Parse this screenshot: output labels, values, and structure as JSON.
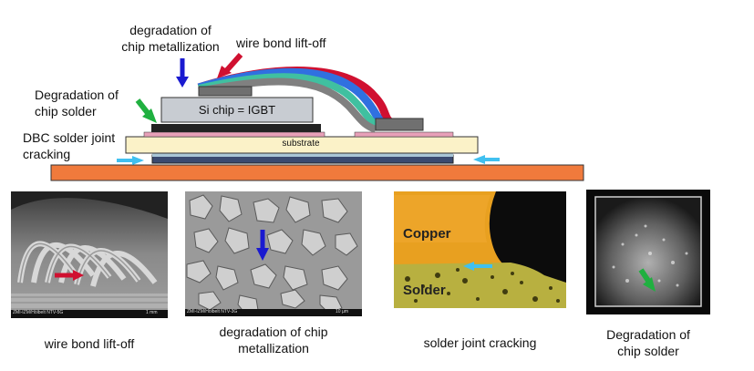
{
  "diagram": {
    "callouts": {
      "metallization": "degradation of\nchip metallization",
      "wire_bond": "wire bond lift-off",
      "chip_solder": "Degradation of\nchip solder",
      "dbc_solder": "DBC solder joint\ncracking"
    },
    "layers": {
      "chip": "Si chip = IGBT",
      "substrate": "substrate"
    }
  },
  "photos": {
    "copper_label": "Copper",
    "solder_label": "Solder",
    "sem_footer_1": "ZMI-IZM/Hölbelt   NTV-5G",
    "sem_scale_1": "1 mm",
    "sem_footer_2": "ZMI-IZM/Hölbelt   NTV-3G",
    "sem_scale_2": "10 µm"
  },
  "captions": {
    "wire_bond": "wire bond lift-off",
    "metallization": "degradation of chip\nmetallization",
    "solder_joint": "solder joint cracking",
    "chip_solder": "Degradation of\nchip solder"
  },
  "colors": {
    "blue_arrow": "#1a1ad0",
    "red_arrow": "#d01030",
    "green_arrow": "#20b040",
    "cyan_arrow": "#40c0f0",
    "baseplate": "#f07a3c"
  }
}
